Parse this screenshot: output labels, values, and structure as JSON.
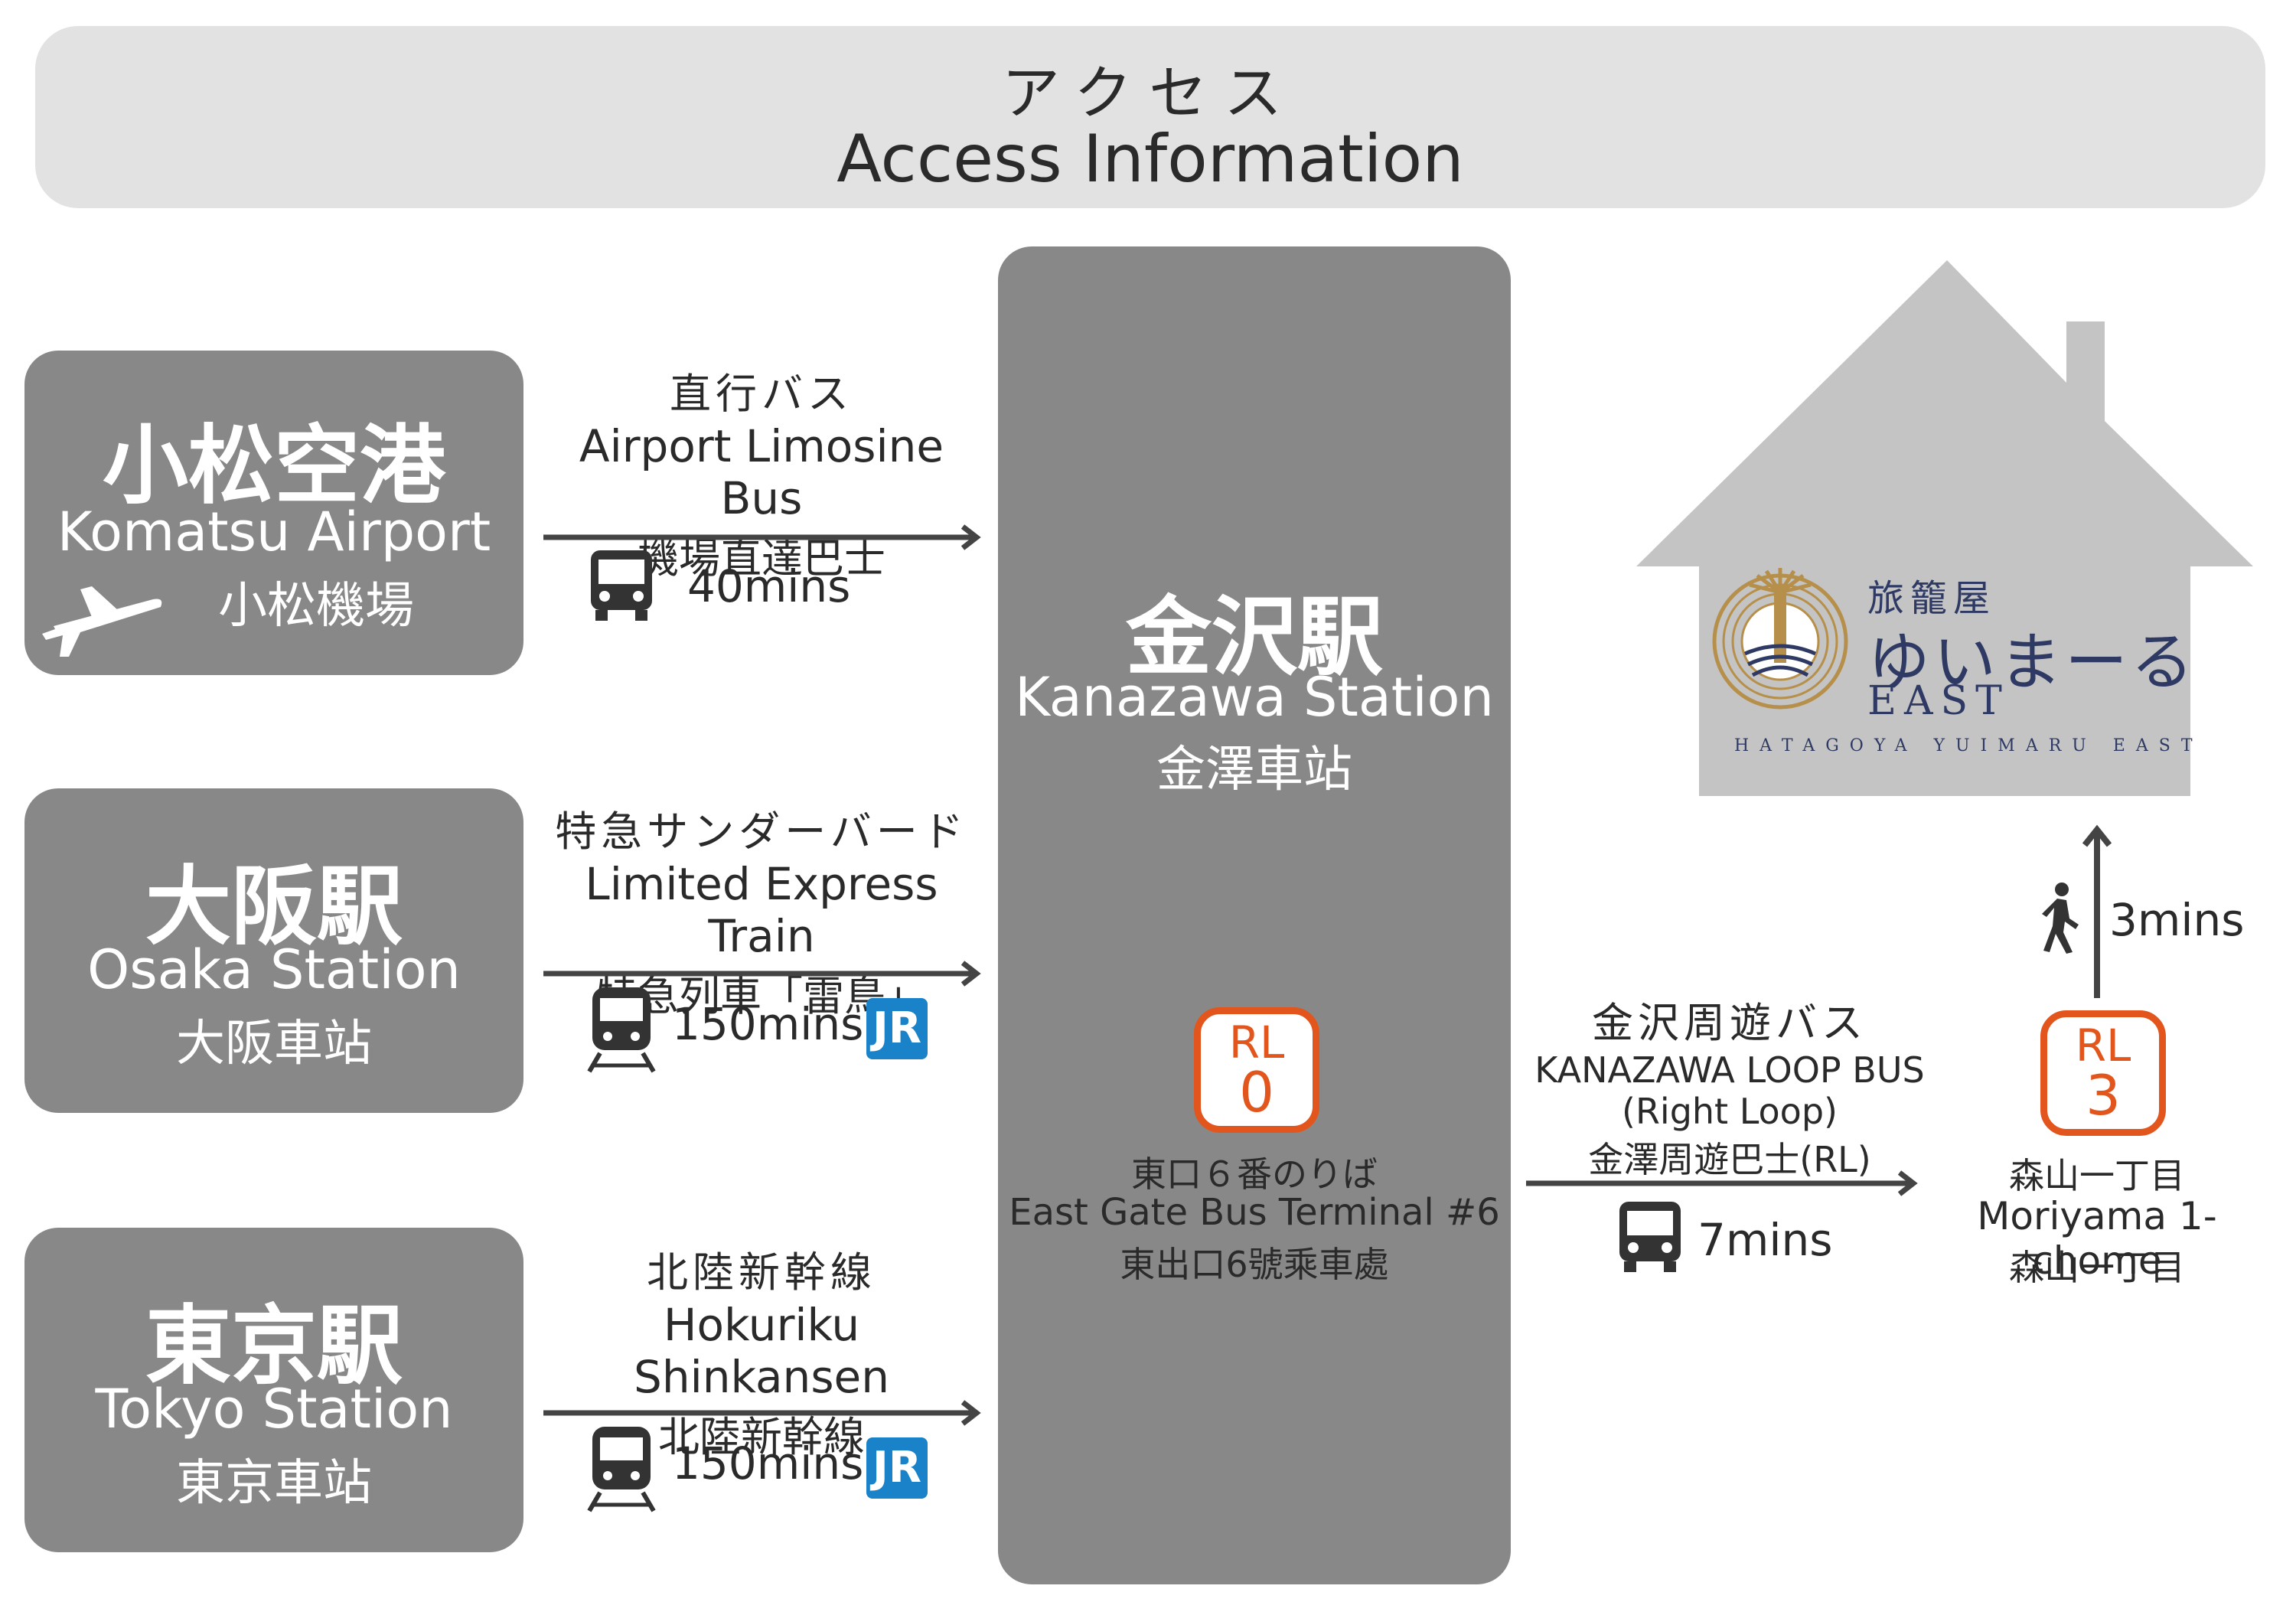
{
  "header": {
    "title_jp": "アクセス",
    "title_en": "Access Information"
  },
  "origins": [
    {
      "name_jp": "小松空港",
      "name_en": "Komatsu Airport",
      "name_tw": "小松機場",
      "icon": "airplane-icon"
    },
    {
      "name_jp": "大阪駅",
      "name_en": "Osaka Station",
      "name_tw": "大阪車站"
    },
    {
      "name_jp": "東京駅",
      "name_en": "Tokyo Station",
      "name_tw": "東京車站"
    }
  ],
  "routes": [
    {
      "jp": "直行バス",
      "en": "Airport Limosine Bus",
      "tw": "機場直達巴士",
      "duration": "40mins",
      "icon": "bus-icon"
    },
    {
      "jp": "特急サンダーバード",
      "en": "Limited Express Train",
      "tw": "特急列車「雷鳥」",
      "duration": "150mins",
      "icon": "train-icon",
      "badge": "JR"
    },
    {
      "jp": "北陸新幹線",
      "en": "Hokuriku Shinkansen",
      "tw": "北陸新幹線",
      "duration": "150mins",
      "icon": "train-icon",
      "badge": "JR"
    }
  ],
  "station": {
    "name_jp": "金沢駅",
    "name_en": "Kanazawa Station",
    "name_tw": "金澤車站",
    "stop_code": "RL",
    "stop_no": "0",
    "terminal_jp": "東口６番のりば",
    "terminal_en": "East Gate Bus Terminal #6",
    "terminal_tw": "東出口6號乘車處"
  },
  "loop_bus": {
    "jp": "金沢周遊バス",
    "en": "KANAZAWA LOOP BUS",
    "en2": "(Right Loop)",
    "tw": "金澤周遊巴士(RL)",
    "duration": "7mins"
  },
  "stop": {
    "code": "RL",
    "no": "3",
    "name_jp": "森山一丁目",
    "name_en": "Moriyama 1-chome",
    "name_tw": "森山一丁目"
  },
  "walk": {
    "duration": "3mins"
  },
  "hotel": {
    "prefix": "旅籠屋",
    "name": "ゆいまーる",
    "suffix": "EAST",
    "romaji": "HATAGOYA YUIMARU EAST"
  },
  "colors": {
    "box": "#888888",
    "header": "#e2e2e2",
    "badge": "#e2561d",
    "jr": "#1a82c8",
    "house": "#c4c4c4",
    "hotel_text": "#2e3a64"
  }
}
